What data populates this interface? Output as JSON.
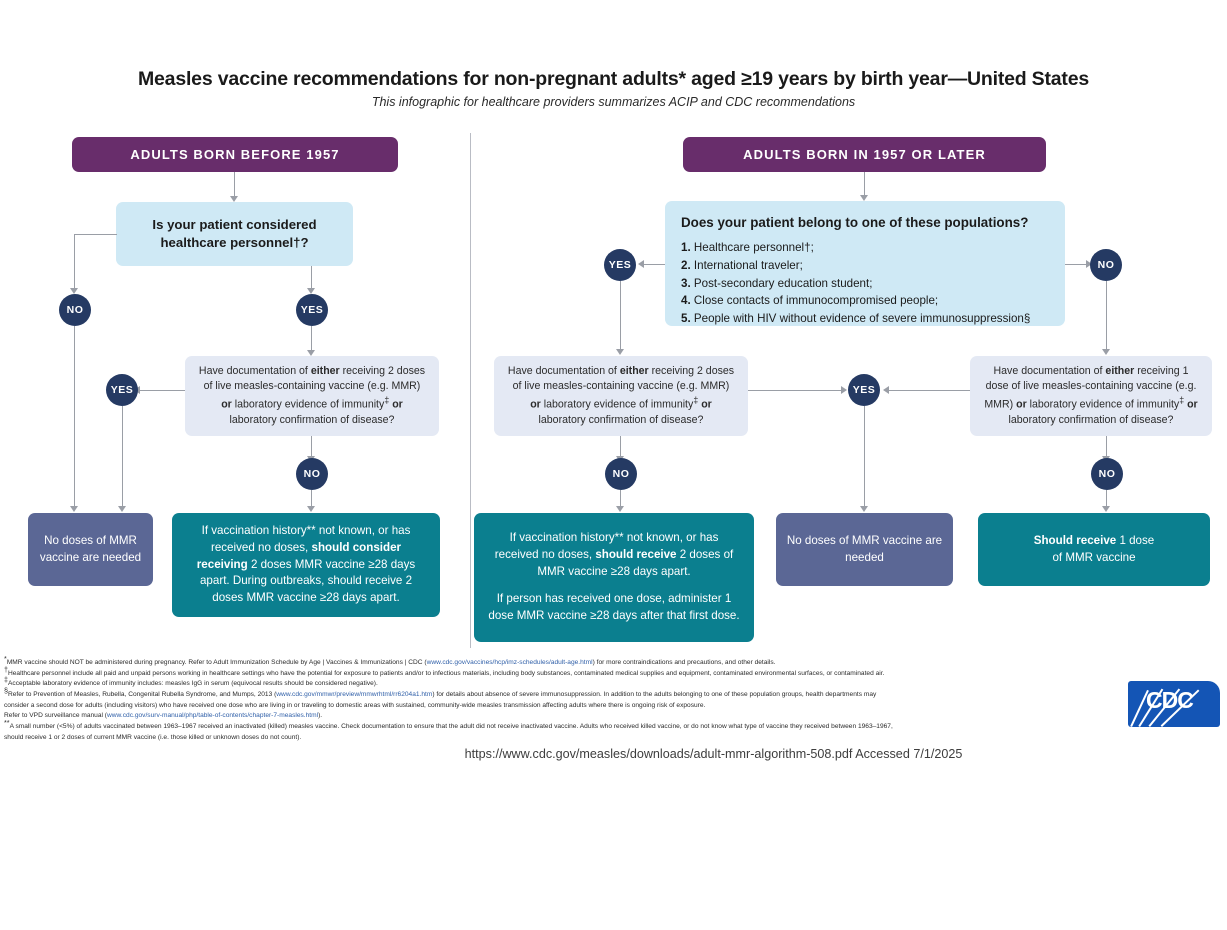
{
  "header": {
    "title": "Measles vaccine recommendations for non-pregnant adults* aged ≥19 years by birth year—United States",
    "subtitle": "This infographic for healthcare providers summarizes ACIP and CDC recommendations"
  },
  "left_branch": {
    "header": "ADULTS BORN BEFORE 1957",
    "question": "Is your patient considered healthcare personnel†?",
    "badge_no_1": "NO",
    "badge_yes_1": "YES",
    "doc_question": "Have documentation of either receiving 2 doses of live measles-containing vaccine (e.g. MMR) or laboratory evidence of immunity‡ or laboratory confirmation of disease?",
    "badge_yes_2": "YES",
    "badge_no_2": "NO",
    "outcome_no_doses": "No doses of MMR vaccine are needed",
    "outcome_consider": "If vaccination history** not known, or has received no doses, should consider receiving 2 doses MMR vaccine ≥28 days apart. During outbreaks, should receive 2 doses MMR vaccine ≥28 days apart."
  },
  "right_branch": {
    "header": "ADULTS BORN IN 1957 OR LATER",
    "populations_question": "Does your patient belong to one of these populations?",
    "populations": [
      "Healthcare personnel†;",
      "International traveler;",
      "Post-secondary education student;",
      "Close contacts of immunocompromised people;",
      "People with HIV without evidence of severe immunosuppression§"
    ],
    "badge_yes_1": "YES",
    "badge_no_1": "NO",
    "doc_question_2dose": "Have documentation of either receiving 2 doses of live measles-containing vaccine (e.g. MMR) or laboratory evidence of immunity‡ or laboratory confirmation of disease?",
    "doc_question_1dose": "Have documentation of either receiving 1 dose of live measles-containing vaccine (e.g. MMR) or laboratory evidence of immunity‡ or laboratory confirmation of disease?",
    "badge_no_2": "NO",
    "badge_yes_mid": "YES",
    "badge_no_3": "NO",
    "outcome_receive_2": "If vaccination history** not known, or has received no doses, should receive 2 doses of MMR vaccine ≥28 days apart.",
    "outcome_receive_2b": "If person has received one dose, administer 1 dose MMR vaccine ≥28 days after that first dose.",
    "outcome_no_doses": "No doses of MMR vaccine are needed",
    "outcome_should_receive_1": "Should receive 1 dose of MMR vaccine"
  },
  "footnotes": {
    "n1_mark": "*",
    "n1_a": "MMR vaccine should NOT be administered during pregnancy. Refer to Adult Immunization Schedule by Age | Vaccines & Immunizations | CDC (",
    "n1_link": "www.cdc.gov/vaccines/hcp/imz-schedules/adult-age.html",
    "n1_b": ") for more contraindications and precautions, and other details.",
    "n2_mark": "†",
    "n2": "Healthcare personnel include all paid and unpaid persons working in healthcare settings who have the potential for exposure to patients and/or to infectious materials, including body substances, contaminated medical supplies and equipment, contaminated environmental surfaces, or contaminated air.",
    "n3_mark": "‡",
    "n3": "Acceptable laboratory evidence of immunity includes: measles IgG in serum (equivocal results should be considered negative).",
    "n4_mark": "§",
    "n4_a": "Refer to Prevention of Measles, Rubella, Congenital Rubella Syndrome, and Mumps, 2013 (",
    "n4_link": "www.cdc.gov/mmwr/preview/mmwrhtml/rr6204a1.htm",
    "n4_b": ") for details about absence of severe immunosuppression. In addition to the adults belonging to one of these population groups, health departments may",
    "n4_line2": "consider a second dose for adults (including visitors) who have received one dose who are living in or traveling to domestic areas with sustained, community-wide measles transmission affecting adults where there is ongoing risk of exposure.",
    "n4_line3_a": "Refer to VPD surveillance manual (",
    "n4_line3_link": "www.cdc.gov/surv-manual/php/table-of-contents/chapter-7-measles.html",
    "n4_line3_b": ").",
    "n5_mark": "**",
    "n5_line1": "A small number (<5%) of adults vaccinated between 1963–1967 received an inactivated (killed) measles vaccine. Check documentation to ensure that the adult did not receive inactivated vaccine. Adults who received killed vaccine, or do not know what type of vaccine they received between 1963–1967,",
    "n5_line2": "should receive 1 or 2 doses of current MMR vaccine (i.e. those killed or unknown doses do not count)."
  },
  "logo": {
    "text": "CDC"
  },
  "accessed": "https://www.cdc.gov/measles/downloads/adult-mmr-algorithm-508.pdf Accessed 7/1/2025",
  "colors": {
    "purple": "#682D6B",
    "light_blue": "#CFE9F5",
    "lavender": "#E4E9F4",
    "teal": "#0B7F8F",
    "slate": "#5B6795",
    "navy_badge": "#253A63",
    "connector": "#9A9EA6",
    "cdc_blue": "#1455B5"
  }
}
